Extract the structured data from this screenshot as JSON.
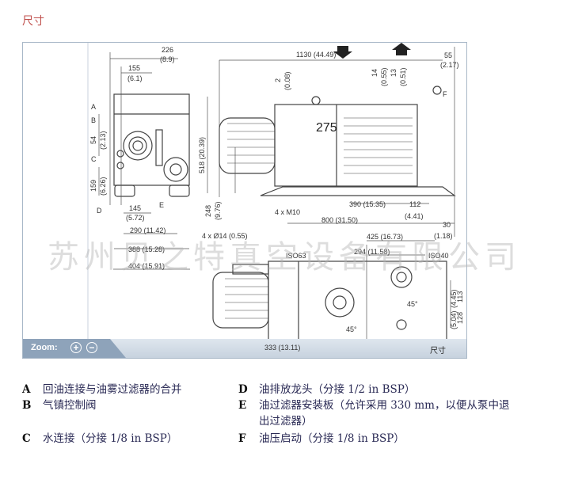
{
  "title": "尺寸",
  "watermark": "苏州贝之特真空设备有限公司",
  "drawing": {
    "model": "275",
    "dims": {
      "d226": "226",
      "d226i": "(8.9)",
      "d155": "155",
      "d155i": "(6.1)",
      "d54": "54",
      "d54i": "(2.13)",
      "d159": "159",
      "d159i": "(6.26)",
      "d145": "145",
      "d145i": "(5.72)",
      "d290": "290 (11.42)",
      "d388": "388 (15.28)",
      "d404": "404 (15.91)",
      "d518": "518 (20.39)",
      "d248": "248",
      "d248i": "(9.76)",
      "d1130": "1130 (44.49)",
      "d55": "55",
      "d55i": "(2.17)",
      "d2": "2",
      "d2i": "(0.08)",
      "d14": "14",
      "d14i": "(0.55)",
      "d13": "13",
      "d13i": "(0.51)",
      "d390": "390 (15.35)",
      "d112": "112",
      "d112i": "(4.41)",
      "d800": "800 (31.50)",
      "d30": "30",
      "d30i": "(1.18)",
      "m10": "4 x M10",
      "hole": "4 x Ø14 (0.55)",
      "d425": "425 (16.73)",
      "d294": "294 (11.58)",
      "iso63": "ISO63",
      "iso40": "ISO40",
      "a45a": "45°",
      "a45b": "45°",
      "d113": "113",
      "d113i": "(4.45)",
      "d128": "128",
      "d128i": "(5.04)",
      "d333": "333 (13.11)"
    },
    "letters": {
      "A": "A",
      "B": "B",
      "C": "C",
      "D": "D",
      "E": "E",
      "F": "F"
    }
  },
  "zoom": {
    "label": "Zoom:",
    "in": "+",
    "out": "−",
    "caption": "尺寸"
  },
  "legend": [
    {
      "key": "A",
      "text": "回油连接与油雾过滤器的合并"
    },
    {
      "key": "B",
      "text": "气镇控制阀"
    },
    {
      "key": "C",
      "text": "水连接（分接 1/8 in BSP）"
    },
    {
      "key": "D",
      "text": "油排放龙头（分接 1/2 in BSP）"
    },
    {
      "key": "E",
      "text": "油过滤器安装板（允许采用 330 mm，以便从泵中退出过滤器）"
    },
    {
      "key": "F",
      "text": "油压启动（分接 1/8 in BSP）"
    }
  ]
}
